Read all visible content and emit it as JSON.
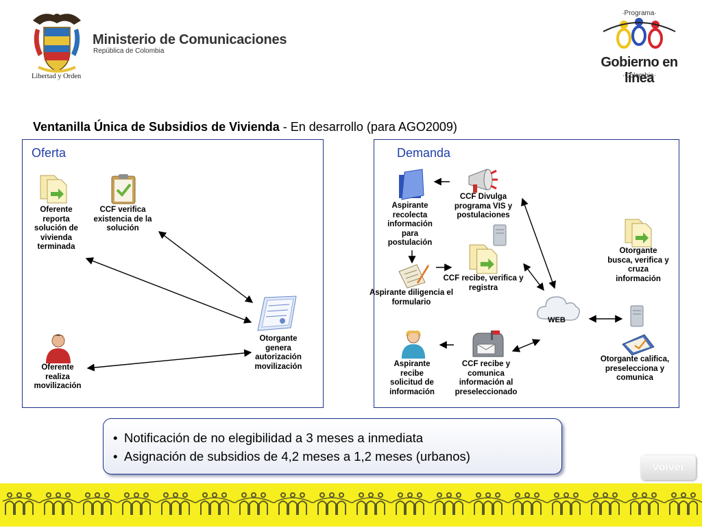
{
  "header": {
    "ministry_name": "Ministerio de Comunicaciones",
    "ministry_sub": "República de Colombia",
    "motto": "Libertad y Orden",
    "gel_programa": "·Programa·",
    "gel_title": "Gobierno en línea",
    "gel_colombia": "·Colombia·"
  },
  "title": {
    "bold": "Ventanilla Única de Subsidios de Vivienda",
    "rest": " - En desarrollo (para AGO2009)"
  },
  "oferta": {
    "heading": "Oferta",
    "node_reporta": "Oferente reporta solución de vivienda terminada",
    "node_verifica": "CCF verifica existencia de la solución",
    "node_otorgante": "Otorgante genera autorización movilización",
    "node_moviliza": "Oferente realiza movilización"
  },
  "demanda": {
    "heading": "Demanda",
    "node_recolecta": "Aspirante recolecta información para postulación",
    "node_divulga": "CCF Divulga programa VIS y postulaciones",
    "node_diligencia": "Aspirante diligencia el formulario",
    "node_registra": "CCF recibe, verifica y registra",
    "node_busca": "Otorgante busca, verifica y cruza información",
    "node_web": "WEB",
    "node_recibe": "Aspirante recibe solicitud de información",
    "node_comunica": "CCF recibe y comunica información al preseleccionado",
    "node_califica": "Otorgante califica, preselecciona y comunica"
  },
  "notes": [
    "Notificación de no elegibilidad a 3 meses a inmediata",
    "Asignación de subsidios de 4,2 meses a 1,2 meses (urbanos)"
  ],
  "volver_label": "Volver",
  "colors": {
    "panel_border": "#1f2f8a",
    "heading_blue": "#1f3fa8",
    "footer_yellow": "#f6ee1e"
  }
}
